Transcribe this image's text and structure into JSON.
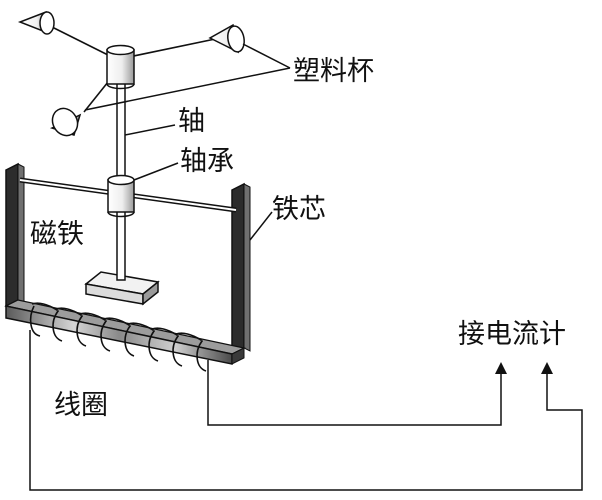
{
  "labels": {
    "plastic_cups": "塑料杯",
    "shaft": "轴",
    "bearing": "轴承",
    "iron_core": "铁芯",
    "magnet": "磁铁",
    "coil": "线圈",
    "galvanometer": "接电流计"
  },
  "colors": {
    "stroke": "#111111",
    "core_dark": "#444444",
    "core_light": "#bdbdbd"
  }
}
